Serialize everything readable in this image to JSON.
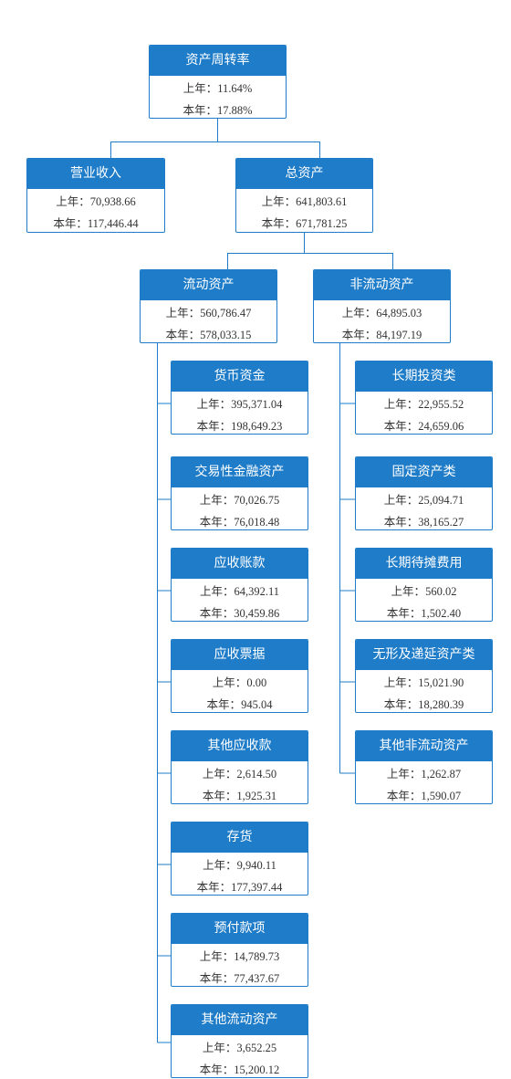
{
  "nodes": [
    {
      "id": "root",
      "title": "资产周转率",
      "prev": "11.64%",
      "curr": "17.88%"
    },
    {
      "id": "revenue",
      "title": "营业收入",
      "prev": "70,938.66",
      "curr": "117,446.44"
    },
    {
      "id": "total_assets",
      "title": "总资产",
      "prev": "641,803.61",
      "curr": "671,781.25"
    },
    {
      "id": "current",
      "title": "流动资产",
      "prev": "560,786.47",
      "curr": "578,033.15"
    },
    {
      "id": "noncurrent",
      "title": "非流动资产",
      "prev": "64,895.03",
      "curr": "84,197.19"
    },
    {
      "id": "cash",
      "title": "货币资金",
      "prev": "395,371.04",
      "curr": "198,649.23"
    },
    {
      "id": "trading",
      "title": "交易性金融资产",
      "prev": "70,026.75",
      "curr": "76,018.48"
    },
    {
      "id": "receivables",
      "title": "应收账款",
      "prev": "64,392.11",
      "curr": "30,459.86"
    },
    {
      "id": "notes",
      "title": "应收票据",
      "prev": "0.00",
      "curr": "945.04"
    },
    {
      "id": "other_recv",
      "title": "其他应收款",
      "prev": "2,614.50",
      "curr": "1,925.31"
    },
    {
      "id": "inventory",
      "title": "存货",
      "prev": "9,940.11",
      "curr": "177,397.44"
    },
    {
      "id": "prepay",
      "title": "预付款项",
      "prev": "14,789.73",
      "curr": "77,437.67"
    },
    {
      "id": "other_cur",
      "title": "其他流动资产",
      "prev": "3,652.25",
      "curr": "15,200.12"
    },
    {
      "id": "lt_invest",
      "title": "长期投资类",
      "prev": "22,955.52",
      "curr": "24,659.06"
    },
    {
      "id": "fixed",
      "title": "固定资产类",
      "prev": "25,094.71",
      "curr": "38,165.27"
    },
    {
      "id": "lt_deferred",
      "title": "长期待摊费用",
      "prev": "560.02",
      "curr": "1,502.40"
    },
    {
      "id": "intangible",
      "title": "无形及递延资产类",
      "prev": "15,021.90",
      "curr": "18,280.39"
    },
    {
      "id": "other_noncur",
      "title": "其他非流动资产",
      "prev": "1,262.87",
      "curr": "1,590.07"
    }
  ],
  "labels": {
    "prev": "上年：",
    "curr": "本年："
  },
  "colors": {
    "header": "#1f7cc8",
    "line": "#1f7cc8"
  }
}
